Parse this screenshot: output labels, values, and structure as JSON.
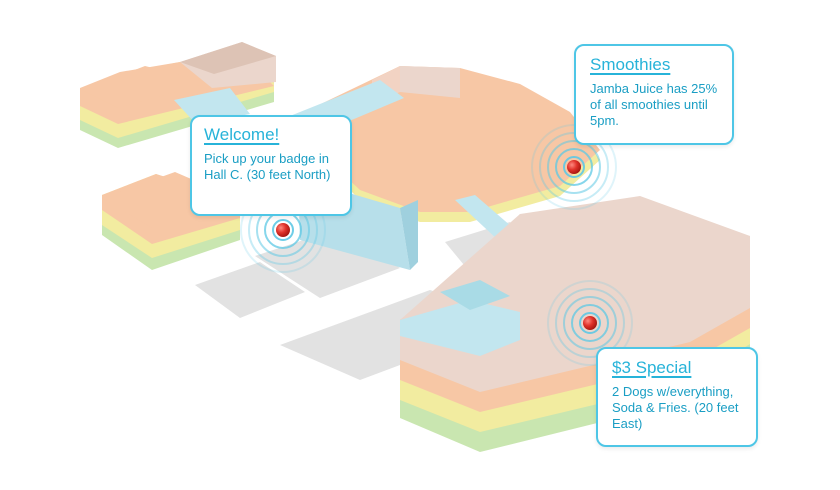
{
  "colors": {
    "accent": "#4ec6e6",
    "text": "#1a9ec4",
    "beacon": "#e0322a",
    "floor_green": "#c9e6b0",
    "floor_yellow": "#f2eca0",
    "floor_orange": "#f7c7a5",
    "floor_beige": "#ebd6cc",
    "floor_blue": "#c2e6ef",
    "floor_gray": "#e2e2e2"
  },
  "callouts": {
    "welcome": {
      "title": "Welcome!",
      "body": "Pick up your badge in Hall C. (30 feet North)"
    },
    "smoothies": {
      "title": "Smoothies",
      "body": "Jamba Juice has 25% of all smoothies until 5pm."
    },
    "special": {
      "title": "$3 Special",
      "body": "2 Dogs w/everything, Soda & Fries. (20 feet East)"
    }
  },
  "icons": {
    "beacon": "beacon-pin-icon"
  }
}
